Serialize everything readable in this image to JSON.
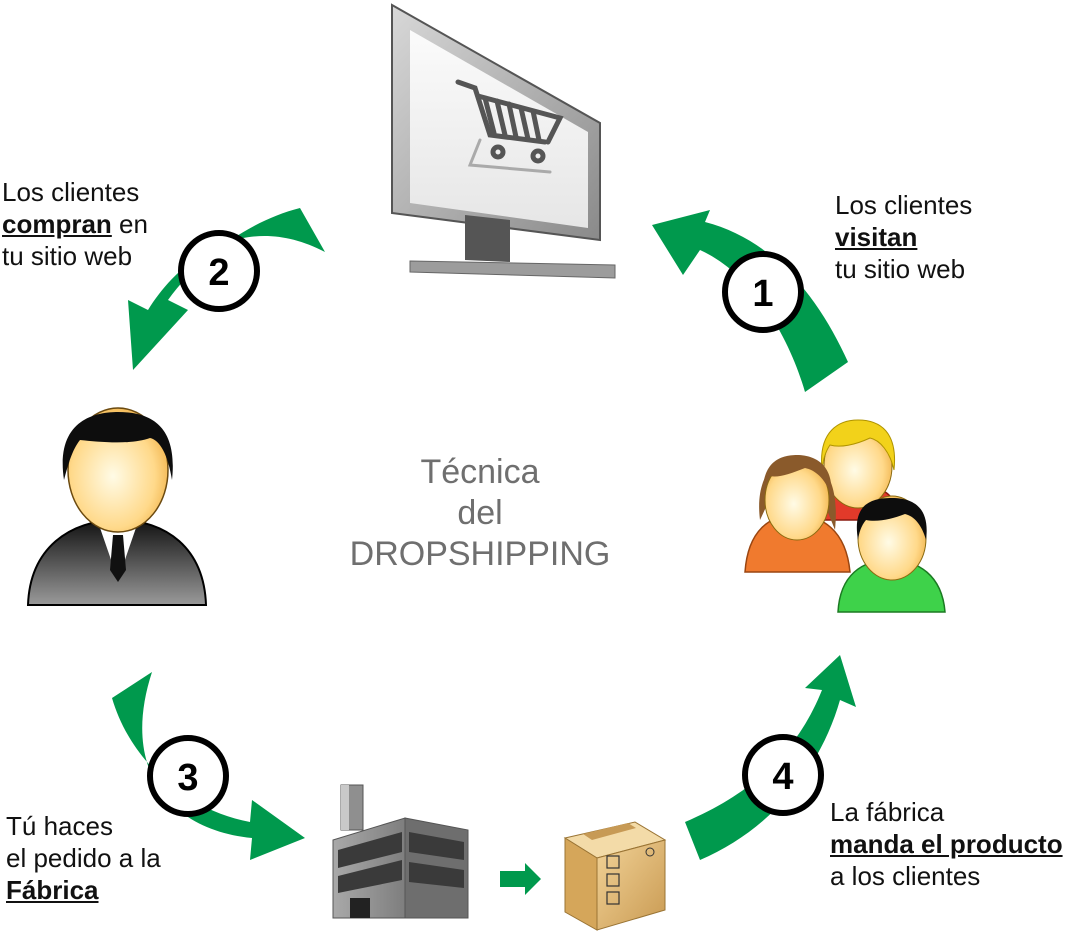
{
  "title": {
    "line1": "Técnica",
    "line2": "del",
    "line3": "DROPSHIPPING"
  },
  "steps": [
    {
      "number": "1",
      "text_pre": "Los clientes",
      "text_em": "visitan",
      "text_post": "tu sitio web"
    },
    {
      "number": "2",
      "text_pre": "Los clientes",
      "text_em": "compran",
      "text_mid": "en",
      "text_post": "tu sitio web"
    },
    {
      "number": "3",
      "text_pre": "Tú haces",
      "text_mid": "el pedido a la",
      "text_em": "Fábrica"
    },
    {
      "number": "4",
      "text_pre": "La fábrica",
      "text_em": "manda el producto",
      "text_post": "a los clientes"
    }
  ],
  "colors": {
    "arrow": "#00994d",
    "circle_stroke": "#000000",
    "title_text": "#6f6f6f"
  },
  "icons": [
    "computer-monitor-icon",
    "shopping-cart-icon",
    "customers-group-icon",
    "merchant-person-icon",
    "factory-icon",
    "shipping-box-icon"
  ]
}
